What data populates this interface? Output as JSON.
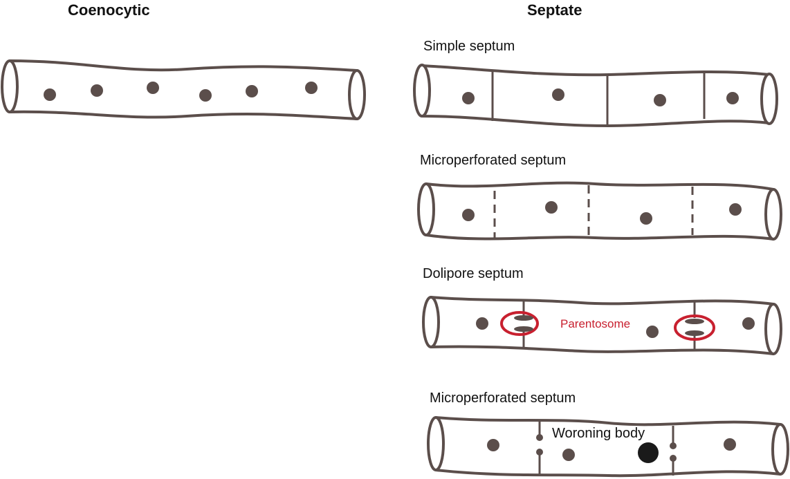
{
  "headers": {
    "left": "Coenocytic",
    "right": "Septate"
  },
  "panels": [
    {
      "label": "Simple septum"
    },
    {
      "label": "Microperforated septum"
    },
    {
      "label": "Dolipore septum",
      "annotation": "Parentosome"
    },
    {
      "label": "Microperforated septum",
      "annotation": "Woroning body"
    }
  ],
  "colors": {
    "outline": "#5b4e4b",
    "parentosome": "#c8202f",
    "woronin_body": "#1a1a1a"
  }
}
